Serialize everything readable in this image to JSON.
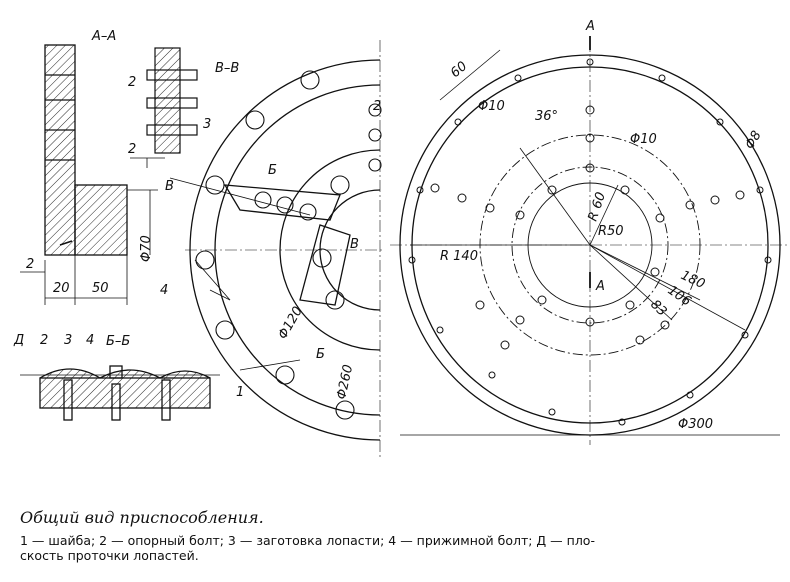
{
  "section_labels": {
    "aa": "А–А",
    "vv": "В–В",
    "bb": "Б–Б",
    "a_top": "А",
    "a_mid": "А",
    "b_mark1": "Б",
    "b_mark2": "Б",
    "v_mark1": "В",
    "v_mark2": "В",
    "d_mark": "Д"
  },
  "dimensions": {
    "d2a": "2",
    "d2b": "2",
    "d2c": "2",
    "d20": "20",
    "d50": "50",
    "phi70": "Φ70",
    "phi120": "Φ120",
    "phi260": "Φ260",
    "d60": "60",
    "phi10a": "Φ10",
    "phi10b": "Φ10",
    "ang36": "36°",
    "phi8": "Φ8",
    "r60": "R 60",
    "r50": "R50",
    "r140": "R 140",
    "d180": "180",
    "d106": "106",
    "d83": "83",
    "phi300": "Φ300"
  },
  "part_numbers": {
    "p1": "1",
    "p2a": "2",
    "p2b": "2",
    "p3a": "3",
    "p3b": "3",
    "p4a": "4",
    "p4b": "4"
  },
  "caption": {
    "title": "Общий вид приспособления.",
    "legend_line1": "1 — шайба; 2 — опорный болт; 3 — заготовка лопасти; 4 — прижимной болт; Д — пло-",
    "legend_line2": "скость проточки лопастей."
  }
}
